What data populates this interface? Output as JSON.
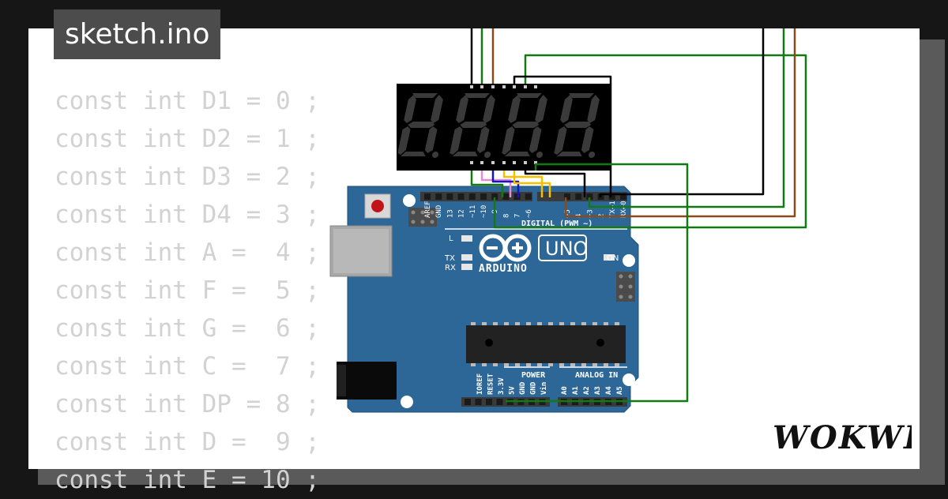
{
  "file": {
    "name": "sketch.ino"
  },
  "code_lines": [
    "const int D1 = 0 ;",
    "const int D2 = 1 ;",
    "const int D3 = 2 ;",
    "const int D4 = 3 ;",
    "const int A =  4 ;",
    "const int F =  5 ;",
    "const int G =  6 ;",
    "const int C =  7 ;",
    "const int DP = 8 ;",
    "const int D =  9 ;",
    "const int E = 10 ;"
  ],
  "board": {
    "brand": "ARDUINO",
    "model": "UNO",
    "digital_header_label": "DIGITAL (PWM ~)",
    "power_label": "POWER",
    "analog_label": "ANALOG IN",
    "digital_pins": [
      "AREF",
      "GND",
      "13",
      "12",
      "~11",
      "~10",
      "~9",
      "8",
      "7",
      "~6",
      "~5",
      "4",
      "~3",
      "2",
      "TX→1",
      "RX←0"
    ],
    "power_pins": [
      "IOREF",
      "RESET",
      "3.3V",
      "5V",
      "GND",
      "GND",
      "Vin"
    ],
    "analog_pins": [
      "A0",
      "A1",
      "A2",
      "A3",
      "A4",
      "A5"
    ],
    "led_labels": {
      "l": "L",
      "tx": "TX",
      "rx": "RX",
      "on": "ON"
    }
  },
  "display": {
    "type": "4-digit 7-segment",
    "segment_color": "#3a3a3a"
  },
  "wire_colors": {
    "black": "#000000",
    "green": "#137a13",
    "brown": "#8b4a1c",
    "pink": "#e58ad6",
    "blue": "#1414c8",
    "yellow": "#f2c200"
  },
  "brand_logo": {
    "text": "WOKWI"
  }
}
